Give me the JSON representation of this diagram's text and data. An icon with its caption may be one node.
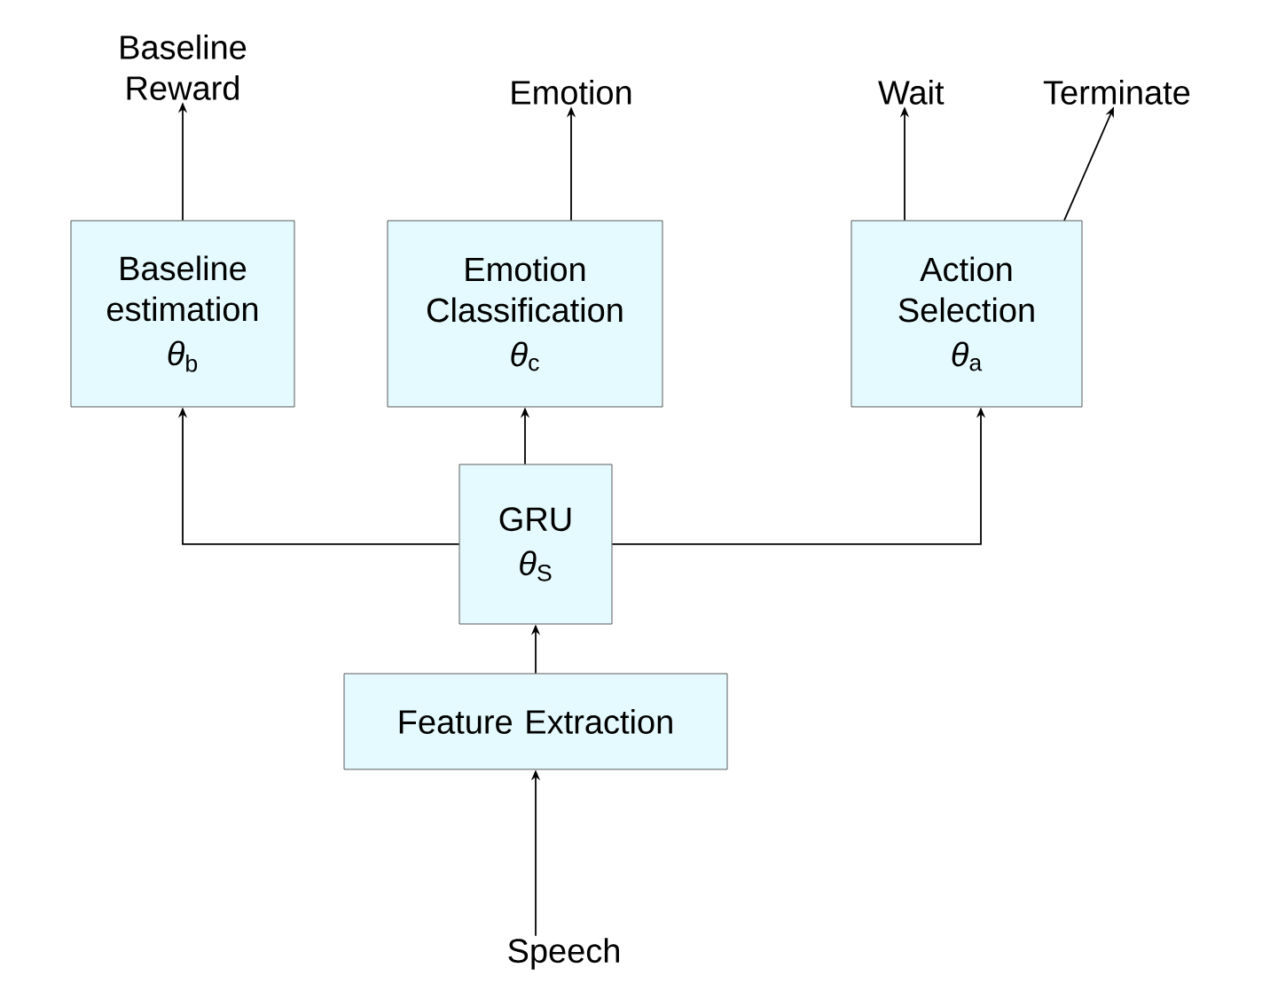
{
  "diagram": {
    "nodes": [
      {
        "text": [
          "Baseline Reward"
        ]
      },
      {
        "text": [
          "Emotion"
        ]
      },
      {
        "text": [
          "Wait"
        ]
      },
      {
        "text": [
          "Terminate"
        ]
      },
      {
        "text": [
          "Baseline estimation",
          "*θ*$_{b}$"
        ]
      },
      {
        "text": [
          "Emotion Classification",
          "*θ*$_{c}$"
        ]
      },
      {
        "text": [
          "Action Selection",
          "*θ*$_{a}$"
        ]
      },
      {
        "text": [
          "GRU",
          "*θ*$_{S}$"
        ]
      },
      {
        "text": [
          "Feature Extraction"
        ]
      },
      {
        "text": [
          "Speech"
        ]
      }
    ],
    "edges": [
      {
        "from": 9,
        "to": 8,
        "arrow": "to"
      },
      {
        "from": 8,
        "to": 7,
        "arrow": "to"
      },
      {
        "from": 7,
        "to": 4,
        "arrow": "to"
      },
      {
        "from": 7,
        "to": 5,
        "arrow": "to"
      },
      {
        "from": 7,
        "to": 6,
        "arrow": "to"
      },
      {
        "from": 4,
        "to": 0,
        "arrow": "to"
      },
      {
        "from": 5,
        "to": 1,
        "arrow": "to"
      },
      {
        "from": 6,
        "to": 2,
        "arrow": "to"
      },
      {
        "from": 6,
        "to": 3,
        "arrow": "to"
      }
    ]
  }
}
